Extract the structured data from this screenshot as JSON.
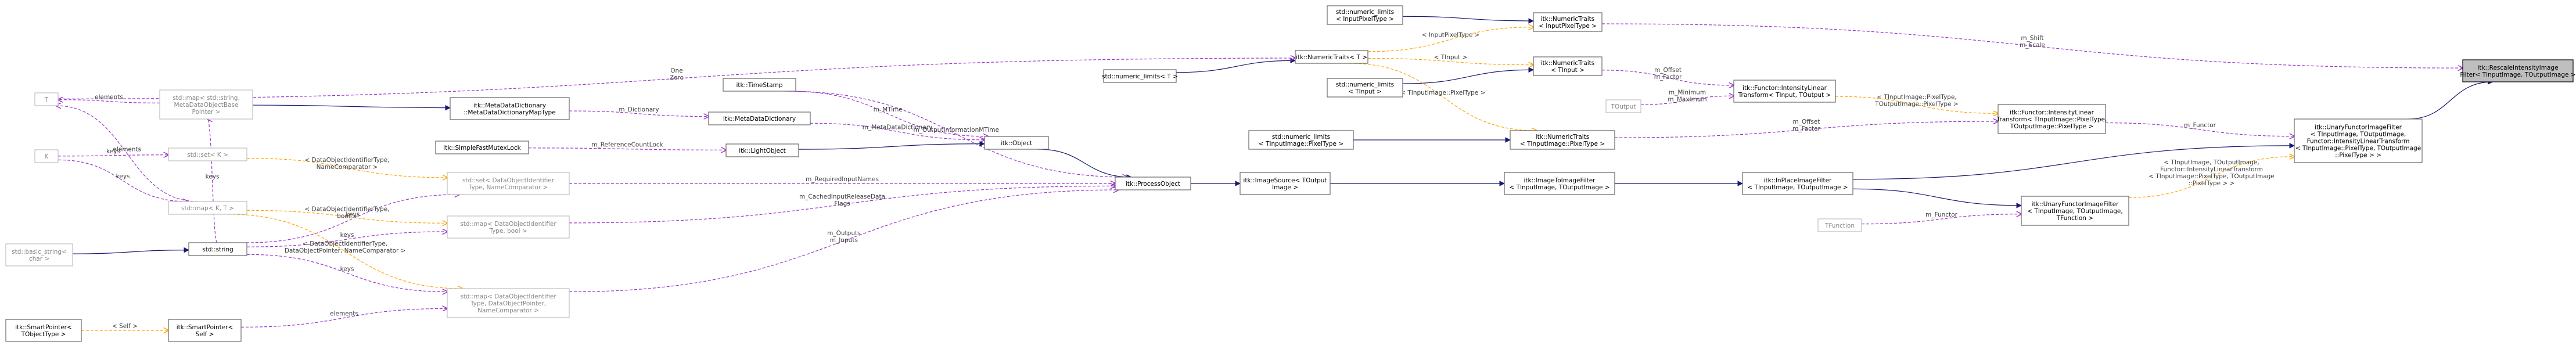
{
  "nodes": [
    {
      "id": "rescale",
      "lines": [
        "itk::RescaleIntensityImage",
        "Filter< TInputImage, TOutputImage >"
      ],
      "style": "hl"
    },
    {
      "id": "unaryFunctorFilter",
      "lines": [
        "itk::UnaryFunctorImageFilter",
        "< TInputImage, TOutputImage,",
        "Functor::IntensityLinearTransform",
        "< TInputImage::PixelType, TOutputImage",
        "::PixelType > >"
      ],
      "style": "normal"
    },
    {
      "id": "ntInput",
      "lines": [
        "itk::NumericTraits",
        "< InputPixelType >"
      ],
      "style": "normal"
    },
    {
      "id": "nlInput",
      "lines": [
        "std::numeric_limits",
        "< InputPixelType >"
      ],
      "style": "normal"
    },
    {
      "id": "ntT",
      "lines": [
        "itk::NumericTraits< T >"
      ],
      "style": "normal"
    },
    {
      "id": "nlT",
      "lines": [
        "std::numeric_limits< T >"
      ],
      "style": "normal"
    },
    {
      "id": "ntInputT",
      "lines": [
        "itk::NumericTraits",
        "< TInput >"
      ],
      "style": "normal"
    },
    {
      "id": "nlTInput",
      "lines": [
        "std::numeric_limits",
        "< TInput >"
      ],
      "style": "normal"
    },
    {
      "id": "ilt",
      "lines": [
        "itk::Functor::IntensityLinear",
        "Transform< TInput, TOutput >"
      ],
      "style": "normal"
    },
    {
      "id": "toutput",
      "lines": [
        "TOutput"
      ],
      "style": "grey"
    },
    {
      "id": "iltSpec",
      "lines": [
        "itk::Functor::IntensityLinear",
        "Transform< TInputImage::PixelType,",
        "TOutputImage::PixelType >"
      ],
      "style": "normal"
    },
    {
      "id": "ntPixel",
      "lines": [
        "itk::NumericTraits",
        "< TInputImage::PixelType >"
      ],
      "style": "normal"
    },
    {
      "id": "nlPixel",
      "lines": [
        "std::numeric_limits",
        "< TInputImage::PixelType >"
      ],
      "style": "normal"
    },
    {
      "id": "imageSource",
      "lines": [
        "itk::ImageSource< TOutput",
        "Image >"
      ],
      "style": "normal"
    },
    {
      "id": "imageToImage",
      "lines": [
        "itk::ImageToImageFilter",
        "< TInputImage, TOutputImage >"
      ],
      "style": "normal"
    },
    {
      "id": "inPlace",
      "lines": [
        "itk::InPlaceImageFilter",
        "< TInputImage, TOutputImage >"
      ],
      "style": "normal"
    },
    {
      "id": "unaryFunctorT",
      "lines": [
        "itk::UnaryFunctorImageFilter",
        "< TInputImage, TOutputImage,",
        "TFunction >"
      ],
      "style": "normal"
    },
    {
      "id": "tfunction",
      "lines": [
        "TFunction"
      ],
      "style": "grey"
    },
    {
      "id": "processObject",
      "lines": [
        "itk::ProcessObject"
      ],
      "style": "normal"
    },
    {
      "id": "object",
      "lines": [
        "itk::Object"
      ],
      "style": "normal"
    },
    {
      "id": "timeStamp",
      "lines": [
        "itk::TimeStamp"
      ],
      "style": "normal"
    },
    {
      "id": "mdd",
      "lines": [
        "itk::MetaDataDictionary"
      ],
      "style": "normal"
    },
    {
      "id": "lightObject",
      "lines": [
        "itk::LightObject"
      ],
      "style": "normal"
    },
    {
      "id": "sfml",
      "lines": [
        "itk::SimpleFastMutexLock"
      ],
      "style": "normal"
    },
    {
      "id": "mapMeta",
      "lines": [
        "itk::MetaDataDictionary",
        "::MetaDataDictionaryMapType"
      ],
      "style": "normal"
    },
    {
      "id": "mapStr",
      "lines": [
        "std::map< std::string,",
        "MetaDataObjectBase",
        "Pointer >"
      ],
      "style": "grey"
    },
    {
      "id": "T",
      "lines": [
        "T"
      ],
      "style": "grey"
    },
    {
      "id": "K",
      "lines": [
        "K"
      ],
      "style": "grey"
    },
    {
      "id": "setK",
      "lines": [
        "std::set< K >"
      ],
      "style": "grey"
    },
    {
      "id": "mapKT",
      "lines": [
        "std::map< K, T >"
      ],
      "style": "grey"
    },
    {
      "id": "setDOI",
      "lines": [
        "std::set< DataObjectIdentifier",
        "Type, NameComparator >"
      ],
      "style": "grey"
    },
    {
      "id": "mapDOIbool",
      "lines": [
        "std::map< DataObjectIdentifier",
        "Type, bool >"
      ],
      "style": "grey"
    },
    {
      "id": "string",
      "lines": [
        "std::string"
      ],
      "style": "normal"
    },
    {
      "id": "basicString",
      "lines": [
        "std::basic_string<",
        "char >"
      ],
      "style": "grey"
    },
    {
      "id": "mapDOIptr",
      "lines": [
        "std::map< DataObjectIdentifier",
        "Type, DataObjectPointer,",
        "NameComparator >"
      ],
      "style": "grey"
    },
    {
      "id": "spTOOT",
      "lines": [
        "itk::SmartPointer<",
        "TObjectType >"
      ],
      "style": "normal"
    },
    {
      "id": "spSelf",
      "lines": [
        "itk::SmartPointer<",
        "Self >"
      ],
      "style": "normal"
    }
  ],
  "edges": [
    {
      "from": "unaryFunctorFilter",
      "to": "rescale",
      "kind": "inh",
      "lines": []
    },
    {
      "from": "ntInput",
      "to": "rescale",
      "kind": "use",
      "lines": [
        "m_Shift",
        "m_Scale"
      ]
    },
    {
      "from": "iltSpec",
      "to": "unaryFunctorFilter",
      "kind": "use",
      "lines": [
        "m_Functor"
      ]
    },
    {
      "from": "inPlace",
      "to": "unaryFunctorFilter",
      "kind": "inh",
      "lines": []
    },
    {
      "from": "unaryFunctorT",
      "to": "unaryFunctorFilter",
      "kind": "tmpl",
      "lines": [
        "< TInputImage, TOutputImage,",
        "Functor::IntensityLinearTransform",
        "< TInputImage::PixelType, TOutputImage",
        "::PixelType > >"
      ]
    },
    {
      "from": "nlInput",
      "to": "ntInput",
      "kind": "inh",
      "lines": []
    },
    {
      "from": "ntT",
      "to": "ntInput",
      "kind": "tmpl",
      "lines": [
        "< InputPixelType >"
      ]
    },
    {
      "from": "nlT",
      "to": "ntT",
      "kind": "inh",
      "lines": []
    },
    {
      "from": "T",
      "to": "ntT",
      "kind": "use",
      "lines": [
        "One",
        "Zero"
      ]
    },
    {
      "from": "nlTInput",
      "to": "ntInputT",
      "kind": "inh",
      "lines": []
    },
    {
      "from": "ntT",
      "to": "ntInputT",
      "kind": "tmpl",
      "lines": [
        "< TInput >"
      ]
    },
    {
      "from": "ntT",
      "to": "ntPixel",
      "kind": "tmpl",
      "lines": [
        "< TInputImage::PixelType >"
      ]
    },
    {
      "from": "ntInputT",
      "to": "ilt",
      "kind": "use",
      "lines": [
        "m_Offset",
        "m_Factor"
      ]
    },
    {
      "from": "toutput",
      "to": "ilt",
      "kind": "use",
      "lines": [
        "m_Minimum",
        "m_Maximum"
      ]
    },
    {
      "from": "ilt",
      "to": "iltSpec",
      "kind": "tmpl",
      "lines": [
        "< TInputImage::PixelType,",
        "TOutputImage::PixelType >"
      ]
    },
    {
      "from": "ntPixel",
      "to": "iltSpec",
      "kind": "use",
      "lines": [
        "m_Offset",
        "m_Factor"
      ]
    },
    {
      "from": "nlPixel",
      "to": "ntPixel",
      "kind": "inh",
      "lines": []
    },
    {
      "from": "imageToImage",
      "to": "inPlace",
      "kind": "inh",
      "lines": []
    },
    {
      "from": "inPlace",
      "to": "unaryFunctorT",
      "kind": "inh",
      "lines": []
    },
    {
      "from": "tfunction",
      "to": "unaryFunctorT",
      "kind": "use",
      "lines": [
        "m_Functor"
      ]
    },
    {
      "from": "imageSource",
      "to": "imageToImage",
      "kind": "inh",
      "lines": []
    },
    {
      "from": "processObject",
      "to": "imageSource",
      "kind": "inh",
      "lines": []
    },
    {
      "from": "object",
      "to": "processObject",
      "kind": "inh",
      "lines": []
    },
    {
      "from": "timeStamp",
      "to": "processObject",
      "kind": "use",
      "lines": [
        "m_OutputInformationMTime"
      ]
    },
    {
      "from": "setDOI",
      "to": "processObject",
      "kind": "use",
      "lines": [
        "m_RequiredInputNames"
      ]
    },
    {
      "from": "mapDOIbool",
      "to": "processObject",
      "kind": "use",
      "lines": [
        "m_CachedInputReleaseData",
        "Flags"
      ]
    },
    {
      "from": "mapDOIptr",
      "to": "processObject",
      "kind": "use",
      "lines": [
        "m_Outputs",
        "m_Inputs"
      ]
    },
    {
      "from": "timeStamp",
      "to": "object",
      "kind": "use",
      "lines": [
        "m_MTime"
      ]
    },
    {
      "from": "mdd",
      "to": "object",
      "kind": "use",
      "lines": [
        "m_MetaDataDictionary"
      ]
    },
    {
      "from": "lightObject",
      "to": "object",
      "kind": "inh",
      "lines": []
    },
    {
      "from": "mapMeta",
      "to": "mdd",
      "kind": "use",
      "lines": [
        "m_Dictionary"
      ]
    },
    {
      "from": "sfml",
      "to": "lightObject",
      "kind": "use",
      "lines": [
        "m_ReferenceCountLock"
      ]
    },
    {
      "from": "mapStr",
      "to": "mapMeta",
      "kind": "inh",
      "lines": []
    },
    {
      "from": "string",
      "to": "mapStr",
      "kind": "use",
      "lines": [
        "keys"
      ]
    },
    {
      "from": "mapStr",
      "to": "T",
      "kind": "use",
      "lines": [
        "elements"
      ]
    },
    {
      "from": "K",
      "to": "setK",
      "kind": "use",
      "lines": [
        "keys"
      ]
    },
    {
      "from": "K",
      "to": "mapKT",
      "kind": "use",
      "lines": [
        "keys"
      ]
    },
    {
      "from": "mapKT",
      "to": "T",
      "kind": "use",
      "lines": [
        "elements"
      ]
    },
    {
      "from": "setK",
      "to": "setDOI",
      "kind": "tmpl",
      "lines": [
        "< DataObjectIdentifierType,",
        "NameComparator >"
      ]
    },
    {
      "from": "string",
      "to": "setDOI",
      "kind": "use",
      "lines": [
        "keys"
      ]
    },
    {
      "from": "mapKT",
      "to": "mapDOIbool",
      "kind": "tmpl",
      "lines": [
        "< DataObjectIdentifierType,",
        "bool >"
      ]
    },
    {
      "from": "string",
      "to": "mapDOIbool",
      "kind": "use",
      "lines": [
        "keys"
      ]
    },
    {
      "from": "mapKT",
      "to": "mapDOIptr",
      "kind": "tmpl",
      "lines": [
        "< DataObjectIdentifierType,",
        "DataObjectPointer, NameComparator >"
      ]
    },
    {
      "from": "string",
      "to": "mapDOIptr",
      "kind": "use",
      "lines": [
        "keys"
      ]
    },
    {
      "from": "basicString",
      "to": "string",
      "kind": "inh",
      "lines": []
    },
    {
      "from": "spTOOT",
      "to": "spSelf",
      "kind": "tmpl",
      "lines": [
        "< Self >"
      ]
    },
    {
      "from": "spSelf",
      "to": "mapDOIptr",
      "kind": "use",
      "lines": [
        "elements"
      ]
    }
  ],
  "colors": {
    "inheritance": "#191970",
    "usage": "#9a32cd",
    "template": "#ffa500",
    "highlight_fill": "#bfbfbf"
  }
}
